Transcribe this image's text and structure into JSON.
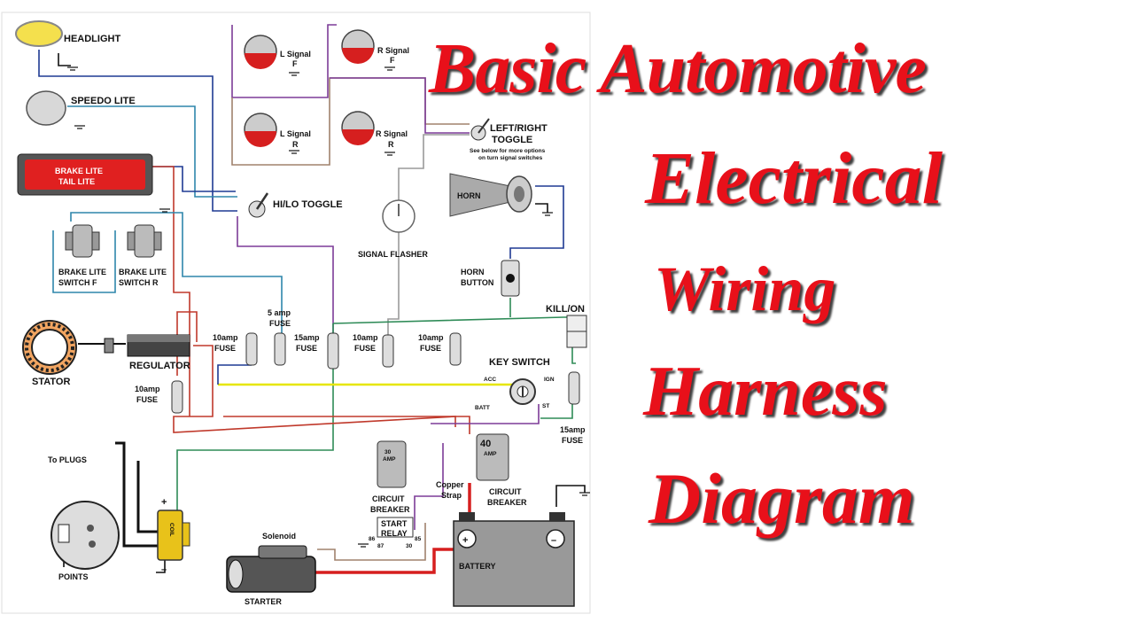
{
  "title": {
    "lines": [
      "Basic Automotive",
      "Electrical",
      "Wiring",
      "Harness",
      "Diagram"
    ]
  },
  "diagram": {
    "headlight": "HEADLIGHT",
    "speedo_lite": "SPEEDO LITE",
    "brake_lite": "BRAKE LITE",
    "tail_lite": "TAIL LITE",
    "l_signal_f": [
      "L Signal",
      "F"
    ],
    "r_signal_f": [
      "R Signal",
      "F"
    ],
    "l_signal_r": [
      "L Signal",
      "R"
    ],
    "r_signal_r": [
      "R Signal",
      "R"
    ],
    "left_right_toggle": [
      "LEFT/RIGHT",
      "TOGGLE"
    ],
    "toggle_note": [
      "See below for more options",
      "on turn signal switches"
    ],
    "hi_lo_toggle": "HI/LO TOGGLE",
    "horn": "HORN",
    "signal_flasher": "SIGNAL FLASHER",
    "horn_button": [
      "HORN",
      "BUTTON"
    ],
    "brake_switch_f": [
      "BRAKE LITE",
      "SWITCH  F"
    ],
    "brake_switch_r": [
      "BRAKE LITE",
      "SWITCH  R"
    ],
    "kill_on": "KILL/ON",
    "stator": "STATOR",
    "regulator": "REGULATOR",
    "fuse_10amp_a": [
      "10amp",
      "FUSE"
    ],
    "fuse_5amp": [
      "5 amp",
      "FUSE"
    ],
    "fuse_15amp_a": [
      "15amp",
      "FUSE"
    ],
    "fuse_10amp_b": [
      "10amp",
      "FUSE"
    ],
    "fuse_10amp_c": [
      "10amp",
      "FUSE"
    ],
    "fuse_10amp_d": [
      "10amp",
      "FUSE"
    ],
    "fuse_15amp_b": [
      "15amp",
      "FUSE"
    ],
    "key_switch": "KEY SWITCH",
    "acc": "ACC",
    "ign": "IGN",
    "batt": "BATT",
    "st": "ST",
    "to_plugs": "To PLUGS",
    "coil": "COIL",
    "coil_plus": "+",
    "coil_minus": "–",
    "points": "POINTS",
    "breaker_30": [
      "30",
      "AMP"
    ],
    "circuit_breaker_a": [
      "CIRCUIT",
      "BREAKER"
    ],
    "breaker_40": "40",
    "breaker_40_amp": "AMP",
    "circuit_breaker_b": [
      "CIRCUIT",
      "BREAKER"
    ],
    "copper_strap": [
      "Copper",
      "Strap"
    ],
    "start_relay": [
      "START",
      "RELAY"
    ],
    "relay_pins": [
      "86",
      "85",
      "87",
      "30"
    ],
    "solenoid": "Solenoid",
    "starter": "STARTER",
    "battery": "BATTERY",
    "battery_plus": "+",
    "battery_minus": "–"
  },
  "colors": {
    "title": "#e8101a",
    "wire_red": "#c0392b",
    "wire_purple": "#7d3c98",
    "wire_blue": "#1f3a93",
    "wire_teal": "#2e86ab",
    "wire_green": "#2e8b57",
    "wire_yellow": "#e6e600",
    "wire_black": "#111111",
    "wire_tan": "#a0826d",
    "wire_gray": "#9a9a9a",
    "headlight_yellow": "#f4e04d",
    "bulb_red": "#d61f1f",
    "coil_yellow": "#e8c21a",
    "taillight_red": "#e02020"
  }
}
